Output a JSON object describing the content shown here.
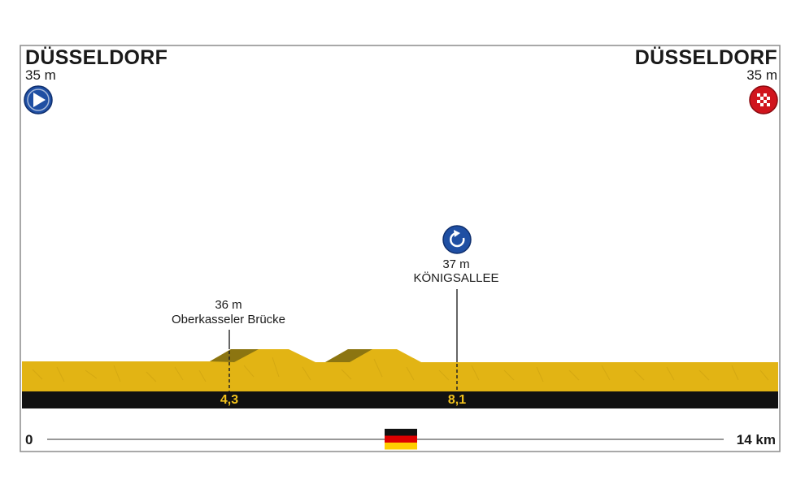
{
  "start": {
    "city": "DÜSSELDORF",
    "altitude": "35 m",
    "icon": "start-play-icon",
    "color": "#1f4fa3"
  },
  "finish": {
    "city": "DÜSSELDORF",
    "altitude": "35 m",
    "icon": "finish-checkered-flag-icon",
    "color": "#d0141d"
  },
  "markers": [
    {
      "altitude": "36 m",
      "name": "Oberkasseler Brücke",
      "km_label": "4,3",
      "km": 4.3
    },
    {
      "altitude": "37 m",
      "name": "KÖNIGSALLEE",
      "km_label": "8,1",
      "km": 8.1,
      "icon": "intermediate-time-check-icon"
    }
  ],
  "axis": {
    "start_label": "0",
    "end_label": "14 km",
    "total_km": 14,
    "country_flag": "germany-flag-icon"
  },
  "colors": {
    "terrain": "#e3b514",
    "terrain_dark": "#b99410",
    "band": "#111111",
    "frame": "#888888"
  }
}
